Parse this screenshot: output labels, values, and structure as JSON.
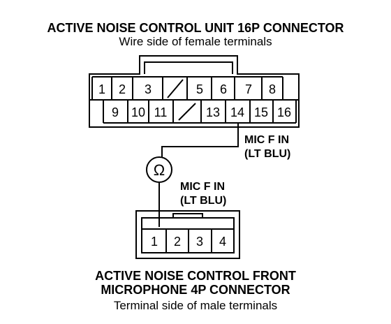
{
  "top_connector": {
    "title": "ACTIVE NOISE CONTROL UNIT 16P CONNECTOR",
    "subtitle": "Wire side of female terminals",
    "row1": [
      "1",
      "2",
      "3",
      "",
      "5",
      "6",
      "7",
      "8"
    ],
    "row2": [
      "9",
      "10",
      "11",
      "",
      "13",
      "14",
      "15",
      "16"
    ]
  },
  "wire_label_upper": {
    "line1": "MIC F IN",
    "line2": "(LT BLU)"
  },
  "wire_label_lower": {
    "line1": "MIC F IN",
    "line2": "(LT BLU)"
  },
  "meter_symbol": "Ω",
  "bottom_connector": {
    "title_line1": "ACTIVE NOISE CONTROL FRONT",
    "title_line2": "MICROPHONE 4P CONNECTOR",
    "subtitle": "Terminal side of male terminals",
    "pins": [
      "1",
      "2",
      "3",
      "4"
    ]
  },
  "colors": {
    "ink": "#000000",
    "paper": "#ffffff"
  }
}
